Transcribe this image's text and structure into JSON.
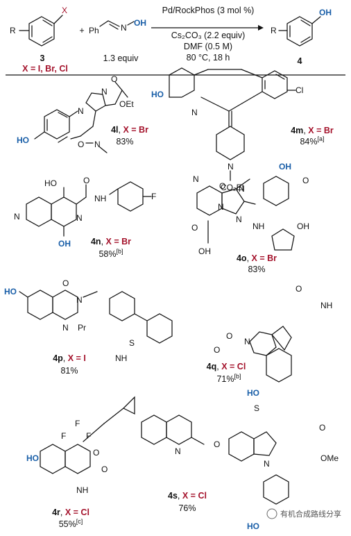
{
  "scheme": {
    "reactant_label": "3",
    "halogen_label": "X = I, Br, Cl",
    "plus": "+",
    "equiv": "1.3 equiv",
    "conditions": [
      "Pd/RockPhos (3 mol %)",
      "Cs₂CO₃ (2.2 equiv)",
      "DMF (0.5 M)",
      "80 °C, 18 h"
    ],
    "product_label": "4",
    "atom_X": "X",
    "atom_R": "R",
    "atom_OH": "OH",
    "atom_N": "N",
    "atom_O": "O"
  },
  "compounds": [
    {
      "id": "4l",
      "x": "X = Br",
      "yield": "83%",
      "sup": ""
    },
    {
      "id": "4m",
      "x": "X = Br",
      "yield": "84%",
      "sup": "[a]"
    },
    {
      "id": "4n",
      "x": "X = Br",
      "yield": "58%",
      "sup": "[b]"
    },
    {
      "id": "4o",
      "x": "X = Br",
      "yield": "83%",
      "sup": ""
    },
    {
      "id": "4p",
      "x": "X = I",
      "yield": "81%",
      "sup": ""
    },
    {
      "id": "4q",
      "x": "X = Cl",
      "yield": "71%",
      "sup": "[b]"
    },
    {
      "id": "4r",
      "x": "X = Cl",
      "yield": "55%",
      "sup": "[c]"
    },
    {
      "id": "4s",
      "x": "X = Cl",
      "yield": "76%",
      "sup": ""
    }
  ],
  "atoms": {
    "HO": "HO",
    "OH": "OH",
    "N": "N",
    "O": "O",
    "F": "F",
    "Cl": "Cl",
    "S": "S",
    "H": "H",
    "NH": "NH",
    "OEt": "OEt",
    "CO2Et": "CO₂Et",
    "Pr": "Pr",
    "OMe": "OMe",
    "F3": "F",
    "CF": "F"
  },
  "watermark": "有机合成路线分享",
  "colors": {
    "accent_red": "#a4122b",
    "accent_blue": "#1a5fa8"
  }
}
